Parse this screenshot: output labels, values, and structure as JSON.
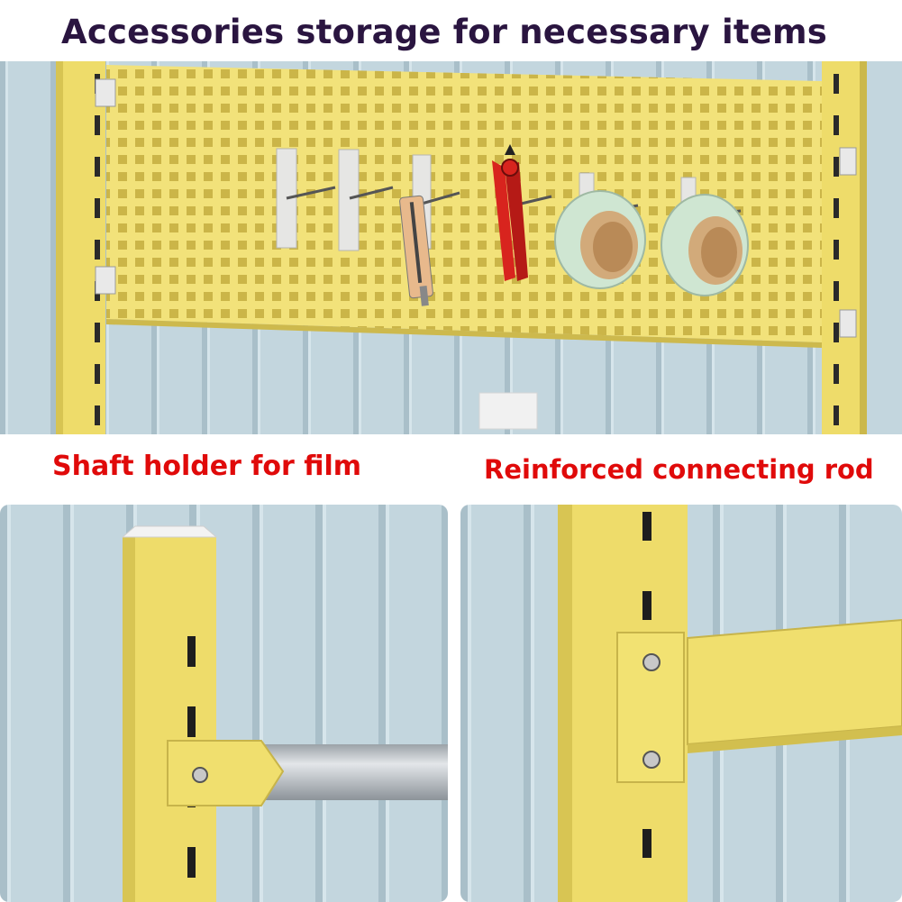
{
  "header": {
    "title": "Accessories storage for necessary items"
  },
  "captions": {
    "left": "Shaft holder for film",
    "right": "Reinforced connecting rod"
  },
  "colors": {
    "frame_yellow": "#eedc6a",
    "frame_shadow": "#c9b648",
    "wall_blue": "#bcd0d8",
    "wall_stripe": "#a8bec8",
    "caption_red": "#e00a0a",
    "title_purple": "#2a1540",
    "tape_green": "#cfe6d2",
    "tape_core": "#cfa777",
    "pliers_red": "#d8241e",
    "rod_silver": "#b9bec3"
  },
  "icons": [
    "pegboard-panel",
    "hook",
    "utility-knife",
    "pliers",
    "tape-roll",
    "screw",
    "clothes-rod",
    "connecting-rod"
  ]
}
